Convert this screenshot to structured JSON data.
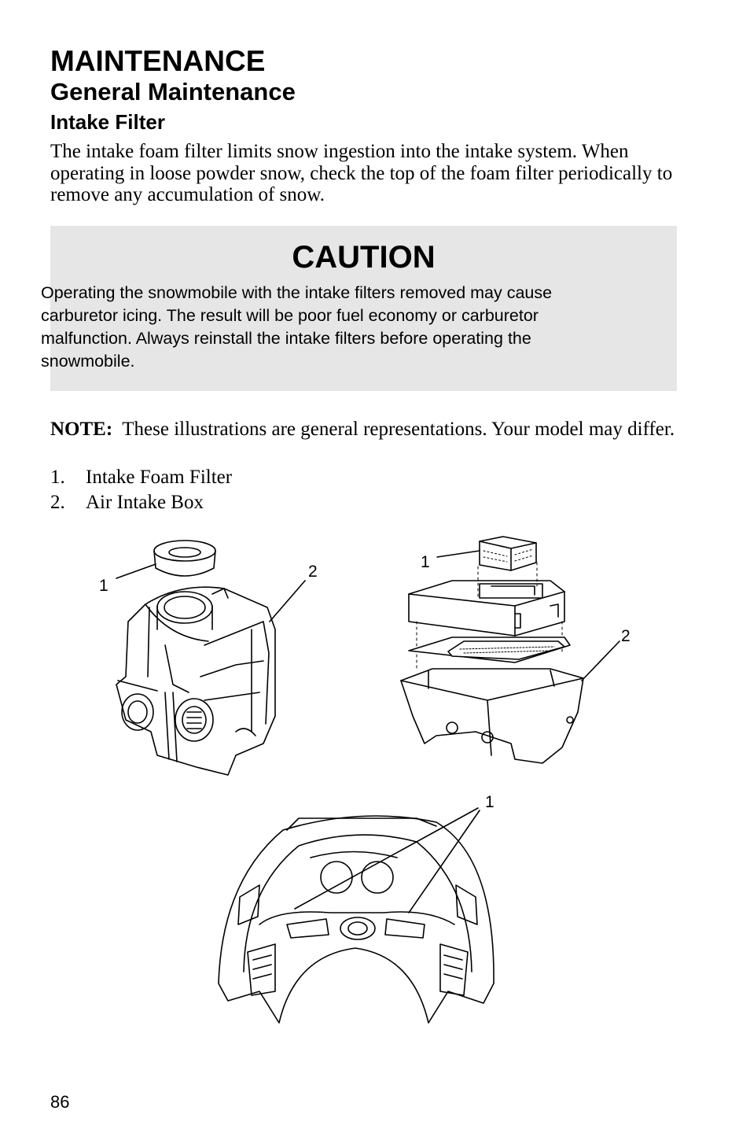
{
  "header": {
    "title": "MAINTENANCE",
    "subtitle": "General Maintenance",
    "section": "Intake Filter"
  },
  "intro": "The intake foam filter limits snow ingestion into the intake system. When operating in loose powder snow, check the top of the foam filter periodically to remove any accumulation of snow.",
  "caution": {
    "title": "CAUTION",
    "text": "Operating the snowmobile with the intake filters removed may cause carburetor icing.  The result will be poor fuel economy or carburetor malfunction.  Always reinstall the intake filters before operating the snowmobile."
  },
  "note": {
    "label": "NOTE:",
    "text": "These illustrations are general representations.  Your model may differ."
  },
  "legend": [
    {
      "num": "1.",
      "label": "Intake Foam Filter"
    },
    {
      "num": "2.",
      "label": "Air Intake Box"
    }
  ],
  "figures": {
    "fig1": {
      "callouts": [
        "1",
        "2"
      ]
    },
    "fig2": {
      "callouts": [
        "1",
        "2"
      ]
    },
    "fig3": {
      "callouts": [
        "1"
      ]
    }
  },
  "footer": {
    "page_number": "86"
  }
}
